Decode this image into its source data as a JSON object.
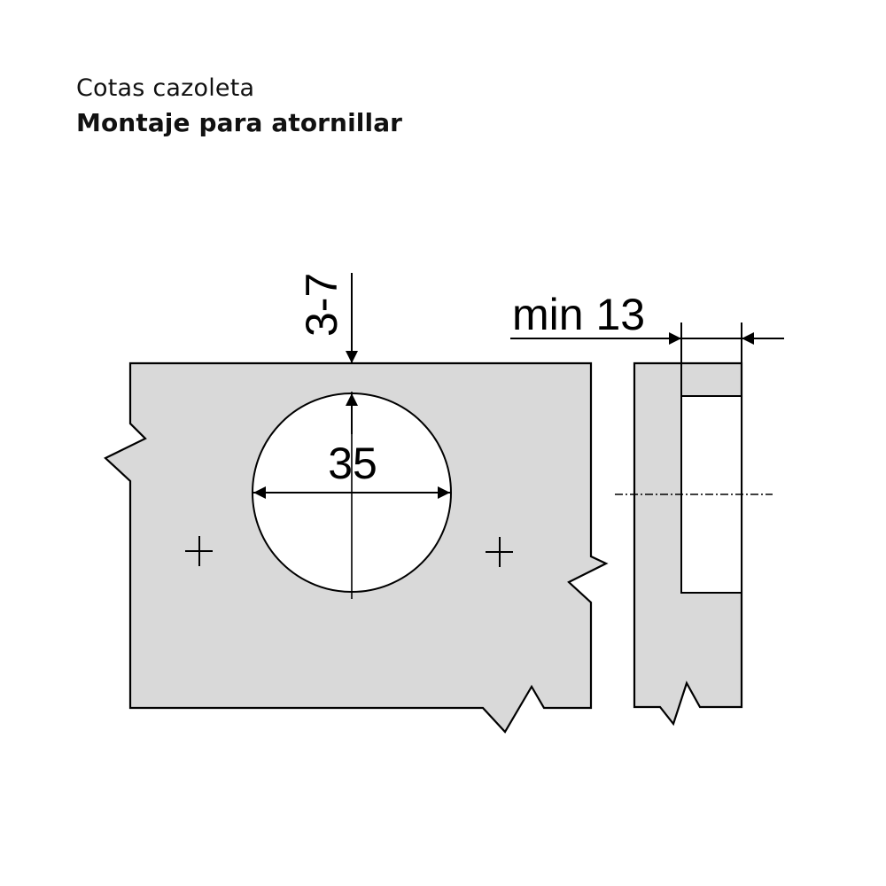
{
  "header": {
    "subtitle": "Cotas cazoleta",
    "title": "Montaje para atornillar"
  },
  "diagram": {
    "colors": {
      "panel_fill": "#d9d9d9",
      "stroke": "#000000",
      "hole_fill": "#ffffff",
      "background": "#ffffff"
    },
    "dimensions": {
      "edge_distance": "3-7",
      "cup_diameter": "35",
      "min_thickness": "min 13"
    },
    "views": [
      {
        "name": "front-view",
        "features": [
          "cup-hole",
          "left-screw-mark",
          "right-screw-mark",
          "break-lines"
        ]
      },
      {
        "name": "section-view",
        "features": [
          "cup-recess",
          "center-line",
          "break-line"
        ]
      }
    ]
  }
}
